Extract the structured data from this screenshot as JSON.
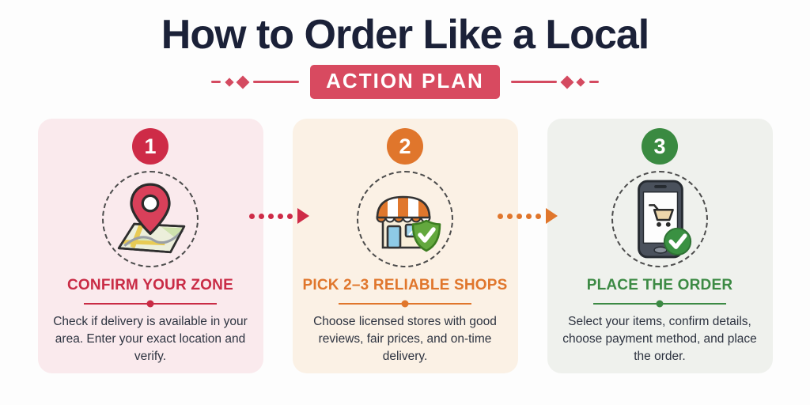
{
  "header": {
    "title": "How to Order Like a Local",
    "badge": "ACTION PLAN"
  },
  "colors": {
    "page_bg": "#fdfdfd",
    "title_text": "#1b2138",
    "badge_bg": "#d84a60",
    "badge_text": "#ffffff",
    "connector_1": "#ce2b47",
    "connector_2": "#e0762c"
  },
  "decorations": {
    "left_icon": "diamond-line-divider",
    "right_icon": "diamond-line-divider"
  },
  "steps": [
    {
      "number": "1",
      "title": "CONFIRM YOUR ZONE",
      "description": "Check if delivery is available in your area. Enter your exact location and verify.",
      "icon": "map-location-pin-icon",
      "accent": "#ce2b47",
      "card_bg": "#faeaed"
    },
    {
      "number": "2",
      "title": "PICK 2–3 RELIABLE SHOPS",
      "description": "Choose licensed stores with good reviews, fair prices, and on-time delivery.",
      "icon": "storefront-verified-icon",
      "accent": "#e0762c",
      "card_bg": "#fbf1e5"
    },
    {
      "number": "3",
      "title": "PLACE THE ORDER",
      "description": "Select your items, confirm details, choose payment method, and place the order.",
      "icon": "phone-cart-checkout-icon",
      "accent": "#3a8a41",
      "card_bg": "#eff1ed"
    }
  ]
}
